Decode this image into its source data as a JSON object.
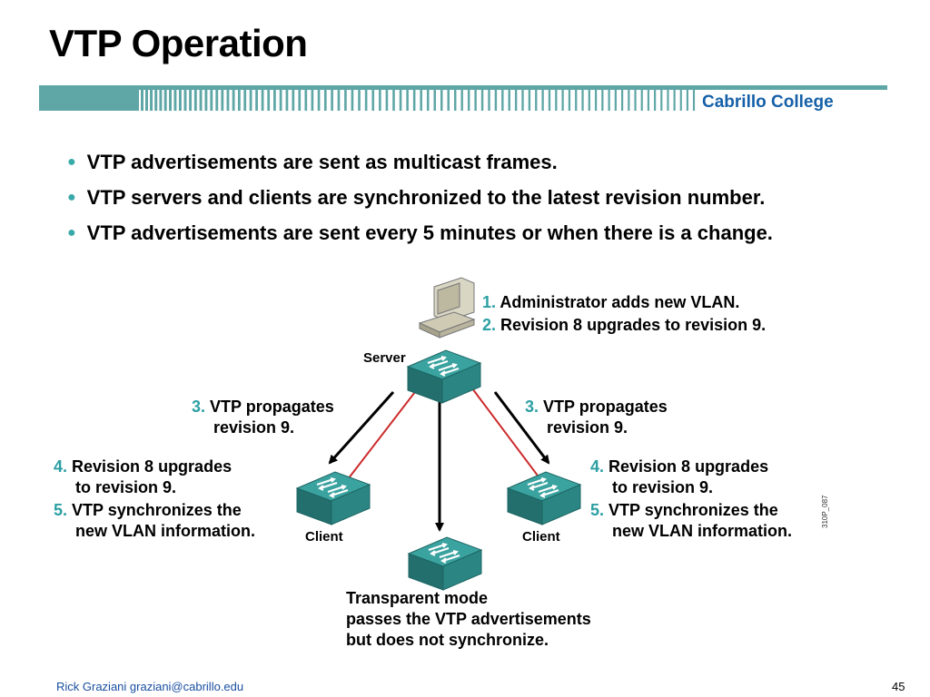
{
  "slide": {
    "title": "VTP Operation",
    "college": "Cabrillo College",
    "bullets": [
      "VTP advertisements are sent as multicast frames.",
      "VTP servers and clients are synchronized to the latest revision number.",
      "VTP advertisements are sent every 5 minutes or when there is a change."
    ]
  },
  "diagram": {
    "server_label": "Server",
    "client_label": "Client",
    "steps": {
      "s1_num": "1.",
      "s1_text": "Administrator adds new VLAN.",
      "s2_num": "2.",
      "s2_text": "Revision 8 upgrades to revision 9.",
      "s3_num": "3.",
      "s3_text_l1": "VTP propagates",
      "s3_text_l2": "revision 9.",
      "s4_num": "4.",
      "s4_text_l1": "Revision 8 upgrades",
      "s4_text_l2": "to revision 9.",
      "s5_num": "5.",
      "s5_text_l1": "VTP synchronizes the",
      "s5_text_l2": "new VLAN information."
    },
    "transparent": [
      "Transparent mode",
      "passes the VTP advertisements",
      "but does not synchronize."
    ],
    "figure_code": "310P_087"
  },
  "footer": {
    "author": "Rick Graziani  graziani@cabrillo.edu",
    "page": "45"
  },
  "colors": {
    "accent_teal": "#2c9fa3",
    "switch_top": "#2f8f8c",
    "switch_side": "#1d6664",
    "link_red": "#cc2b2b",
    "college_blue": "#1560a8"
  }
}
